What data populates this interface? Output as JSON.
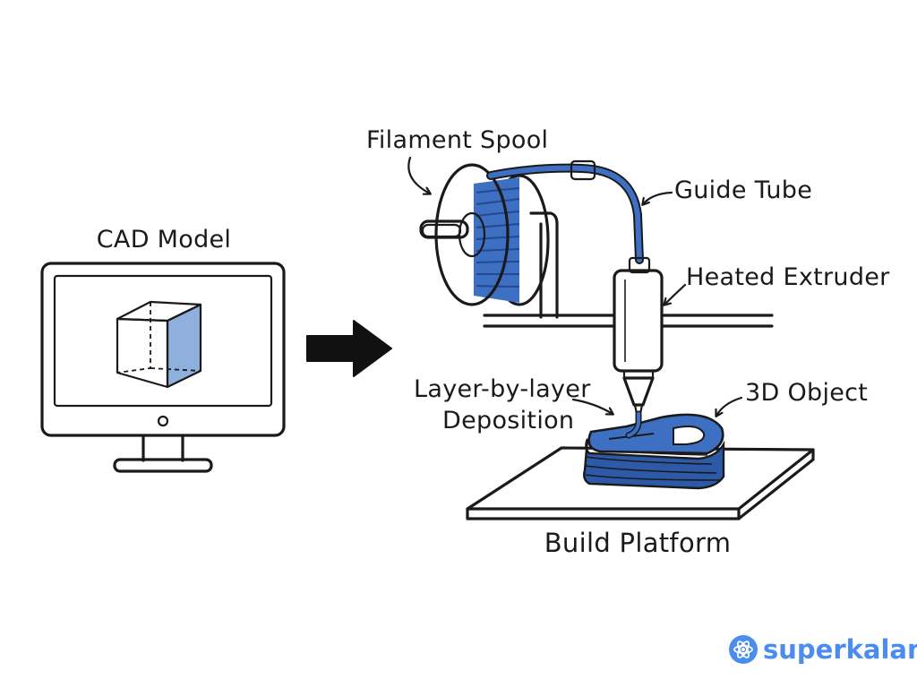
{
  "labels": {
    "cad_model": "CAD Model",
    "filament_spool": "Filament Spool",
    "guide_tube": "Guide Tube",
    "heated_extruder": "Heated Extruder",
    "layer_deposition_line1": "Layer-by-layer",
    "layer_deposition_line2": "Deposition",
    "object_3d": "3D Object",
    "build_platform": "Build Platform"
  },
  "brand": {
    "name": "superkalam",
    "icon": "atom-icon"
  },
  "colors": {
    "ink": "#1a1a1a",
    "filament_blue": "#3d6fc2",
    "cube_face": "#8fb0dc",
    "brand_blue": "#4a8cf0"
  }
}
